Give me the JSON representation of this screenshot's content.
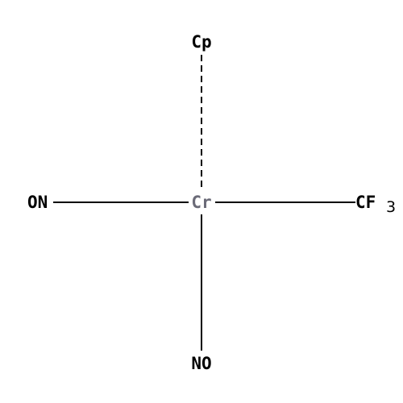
{
  "molecule": {
    "center": {
      "label": "Cr",
      "color": "#6b6b78"
    },
    "ligands": {
      "top": {
        "label": "Cp"
      },
      "left": {
        "label": "ON"
      },
      "right": {
        "label": "CF",
        "subscript": "3"
      },
      "bottom": {
        "label": "NO"
      }
    },
    "bond_styles": {
      "top": "dashed",
      "left": "solid",
      "right": "solid",
      "bottom": "solid"
    },
    "colors": {
      "bond": "#000000",
      "ligand_text": "#000000"
    }
  }
}
